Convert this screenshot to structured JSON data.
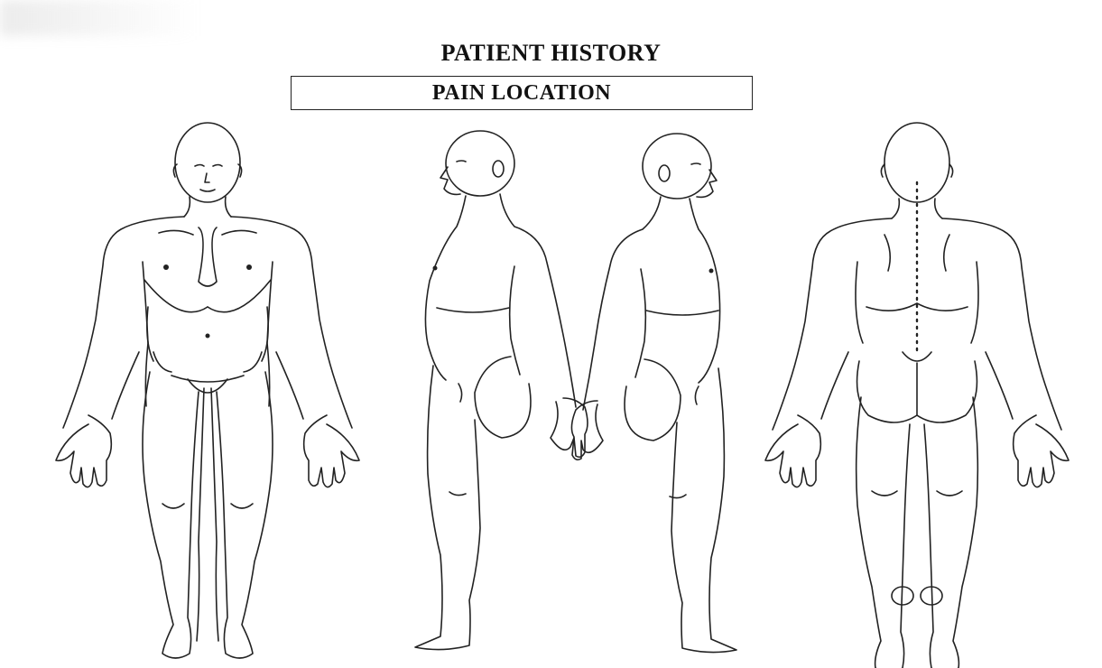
{
  "header": {
    "title": "PATIENT HISTORY",
    "subtitle": "PAIN LOCATION"
  },
  "figures": [
    {
      "view": "front",
      "icon": "body-front-icon"
    },
    {
      "view": "left-side",
      "icon": "body-side-left-icon"
    },
    {
      "view": "right-side",
      "icon": "body-side-right-icon"
    },
    {
      "view": "back",
      "icon": "body-back-icon"
    }
  ],
  "colors": {
    "line": "#222222",
    "background": "#ffffff"
  }
}
